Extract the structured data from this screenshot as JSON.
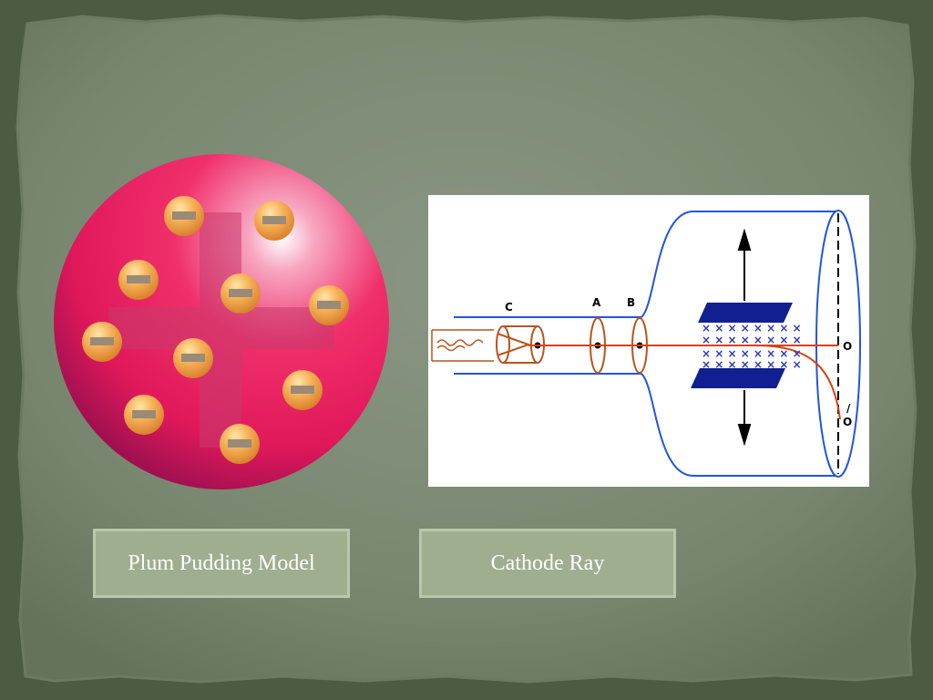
{
  "captions": {
    "left": "Plum Pudding Model",
    "right": "Cathode Ray"
  },
  "cathode_ray_diagram": {
    "labels": {
      "c": "C",
      "a": "A",
      "b": "B",
      "o": "O",
      "o_prime": "O",
      "prime_mark": "/"
    },
    "field_symbol": "×"
  },
  "colors": {
    "background": "#4f5e46",
    "paper": "#7f8c79",
    "caption_fill": "#9eae8f",
    "sphere": "#e8205a",
    "electron": "#f2a24a",
    "tube_outline": "#2255dd",
    "beam": "#d94010",
    "plates": "#102090"
  }
}
